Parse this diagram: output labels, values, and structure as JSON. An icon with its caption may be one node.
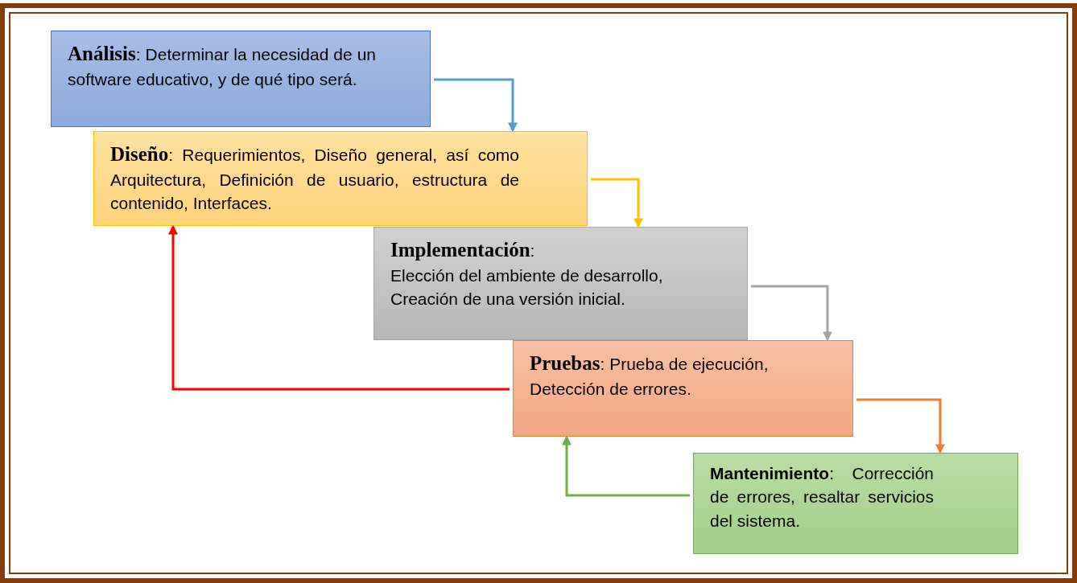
{
  "diagram": {
    "nodes": [
      {
        "text": [
          "**Análisis**: Determinar la necesidad de un software educativo, y de qué tipo será."
        ]
      },
      {
        "text": [
          "**Diseño**: Requerimientos, Diseño general, así como Arquitectura, Definición de usuario, estructura de contenido, Interfaces."
        ]
      },
      {
        "text": [
          "**Implementación**:",
          "Elección del ambiente de desarrollo, Creación de una versión inicial."
        ]
      },
      {
        "text": [
          "**Pruebas**: Prueba de ejecución, Detección de errores."
        ]
      },
      {
        "text": [
          "**Mantenimiento**: Corrección de errores, resaltar servicios del sistema."
        ]
      }
    ],
    "edges": [
      {
        "from": 0,
        "to": 1,
        "arrow": "to",
        "color": "#5b9bd5"
      },
      {
        "from": 1,
        "to": 2,
        "arrow": "to",
        "color": "#ffc000"
      },
      {
        "from": 2,
        "to": 3,
        "arrow": "to",
        "color": "#a5a5a5"
      },
      {
        "from": 3,
        "to": 4,
        "arrow": "to",
        "color": "#ed7d31"
      },
      {
        "from": 3,
        "to": 1,
        "arrow": "to",
        "color": "#ff0000"
      },
      {
        "from": 4,
        "to": 3,
        "arrow": "to",
        "color": "#70ad47"
      }
    ]
  }
}
